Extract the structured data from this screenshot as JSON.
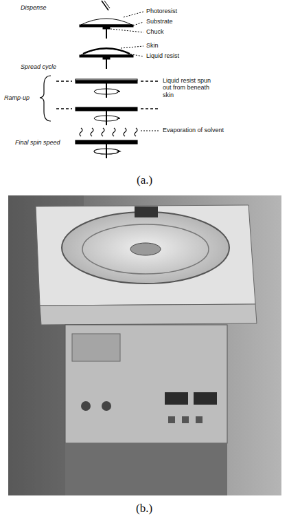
{
  "diagram": {
    "labels": [
      "Dispense",
      "Photoresist",
      "Substrate",
      "Chuck",
      "Skin",
      "Liquid resist",
      "Spread cycle",
      "Liquid resist spun out from beneath skin",
      "Ramp-up",
      "Evaporation of solvent",
      "Final spin speed",
      "(a.)",
      "(b.)"
    ]
  }
}
